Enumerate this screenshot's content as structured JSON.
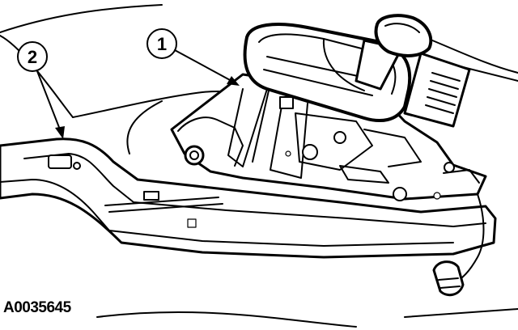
{
  "figure": {
    "id": "A0035645"
  },
  "callouts": [
    {
      "label": "1"
    },
    {
      "label": "2"
    }
  ]
}
